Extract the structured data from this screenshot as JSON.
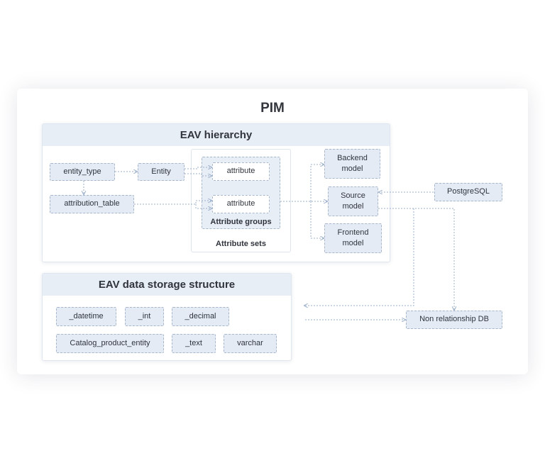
{
  "title": "PIM",
  "eav_hierarchy": {
    "heading": "EAV hierarchy",
    "entity_type": "entity_type",
    "attribution_table": "attribution_table",
    "entity": "Entity",
    "attribute_1": "attribute",
    "attribute_2": "attribute",
    "attribute_groups": "Attribute groups",
    "attribute_sets": "Attribute sets",
    "backend_model": "Backend model",
    "source_model": "Source model",
    "frontend_model": "Frontend model"
  },
  "storage": {
    "heading": "EAV data storage structure",
    "items": [
      "_datetime",
      "_int",
      "_decimal",
      "Catalog_product_entity",
      "_text",
      "varchar"
    ]
  },
  "databases": {
    "postgresql": "PostgreSQL",
    "non_relationship_db": "Non relationship DB"
  },
  "colors": {
    "box_fill": "#e4ebf4",
    "box_border": "#a8b7cb",
    "panel_header": "#e8eef6",
    "connector": "#9cb0ca"
  }
}
